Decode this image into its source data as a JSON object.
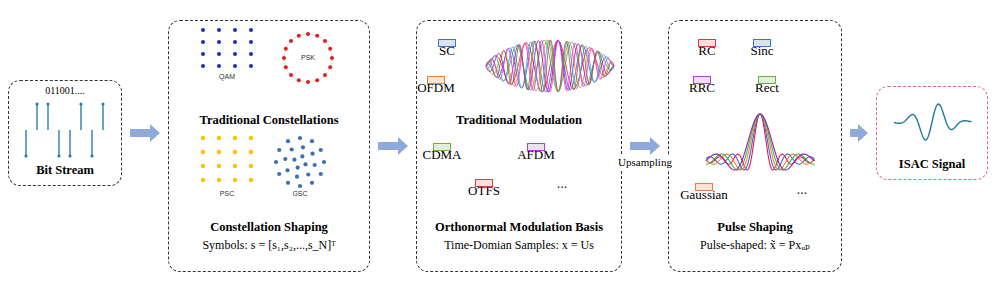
{
  "diagram": {
    "nodes": [
      {
        "text": [
          "011001....",
          "Bit Stream"
        ]
      },
      {
        "text": [
          "Traditional Constellations",
          "Constellation Shaping",
          "Symbols: s = [s₁,s₂,...,s_N]ᵀ"
        ]
      },
      {
        "text": [
          "Traditional Modulation",
          "Orthonormal Modulation Basis",
          "Time-Domian Samples: x = Us"
        ]
      },
      {
        "text": [
          "SC"
        ],
        "in": 2
      },
      {
        "text": [
          "OFDM"
        ],
        "in": 2
      },
      {
        "text": [
          "CDMA"
        ],
        "in": 2
      },
      {
        "text": [
          "AFDM"
        ],
        "in": 2
      },
      {
        "text": [
          "OTFS"
        ],
        "in": 2
      },
      {
        "text": [
          "Pulse Shaping",
          "Pulse-shaped: x̃ = Pxᵤₚ"
        ]
      },
      {
        "text": [
          "RC"
        ],
        "in": 8
      },
      {
        "text": [
          "Sinc"
        ],
        "in": 8
      },
      {
        "text": [
          "RRC"
        ],
        "in": 8
      },
      {
        "text": [
          "Rect"
        ],
        "in": 8
      },
      {
        "text": [
          "Gaussian"
        ],
        "in": 8
      },
      {
        "text": [
          "ISAC Signal"
        ]
      }
    ],
    "edges": [
      {
        "from": 0,
        "to": 1,
        "arrow": "to"
      },
      {
        "from": 1,
        "to": 2,
        "arrow": "to"
      },
      {
        "from": 2,
        "to": 8,
        "label": "Upsampling",
        "arrow": "to"
      },
      {
        "from": 8,
        "to": 14,
        "arrow": "to"
      }
    ],
    "labels": [
      "QAM",
      "PSK",
      "PSC",
      "GSC",
      "...",
      "..."
    ]
  }
}
